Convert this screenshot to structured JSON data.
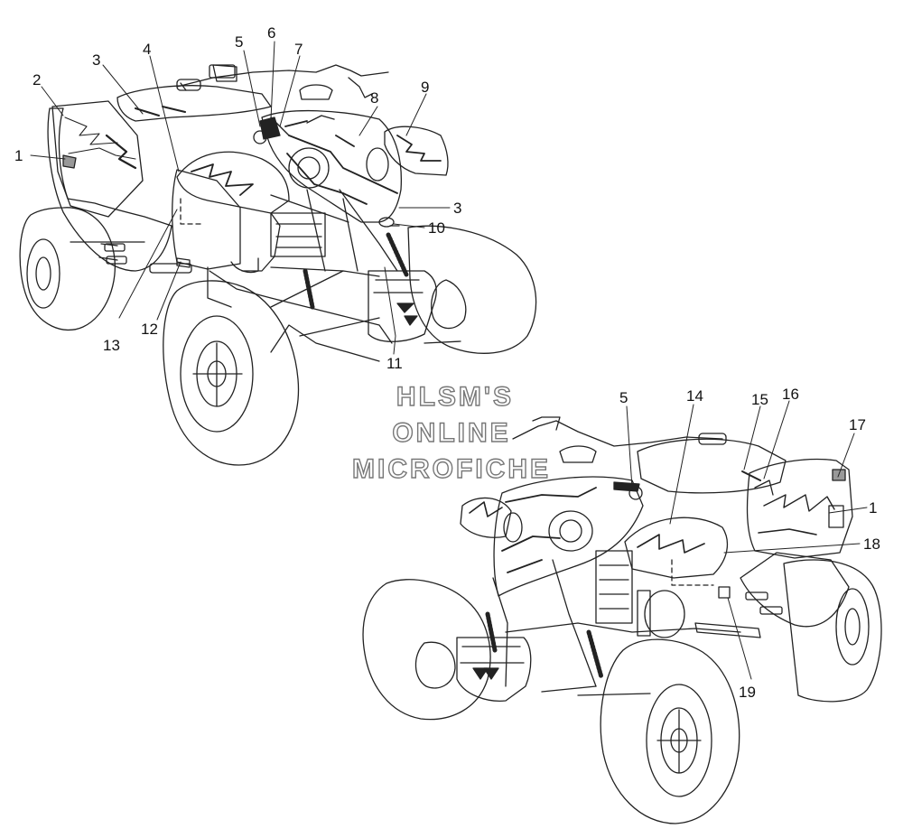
{
  "diagram": {
    "callouts_left": [
      "1",
      "2",
      "3",
      "4",
      "5",
      "6",
      "7",
      "8",
      "9",
      "3",
      "10",
      "11",
      "12",
      "13"
    ],
    "callouts_right": [
      "5",
      "14",
      "15",
      "16",
      "17",
      "1",
      "18",
      "19"
    ]
  },
  "watermark": {
    "line1": "HLSM'S",
    "line2": "ONLINE",
    "line3": "MICROFICHE"
  }
}
